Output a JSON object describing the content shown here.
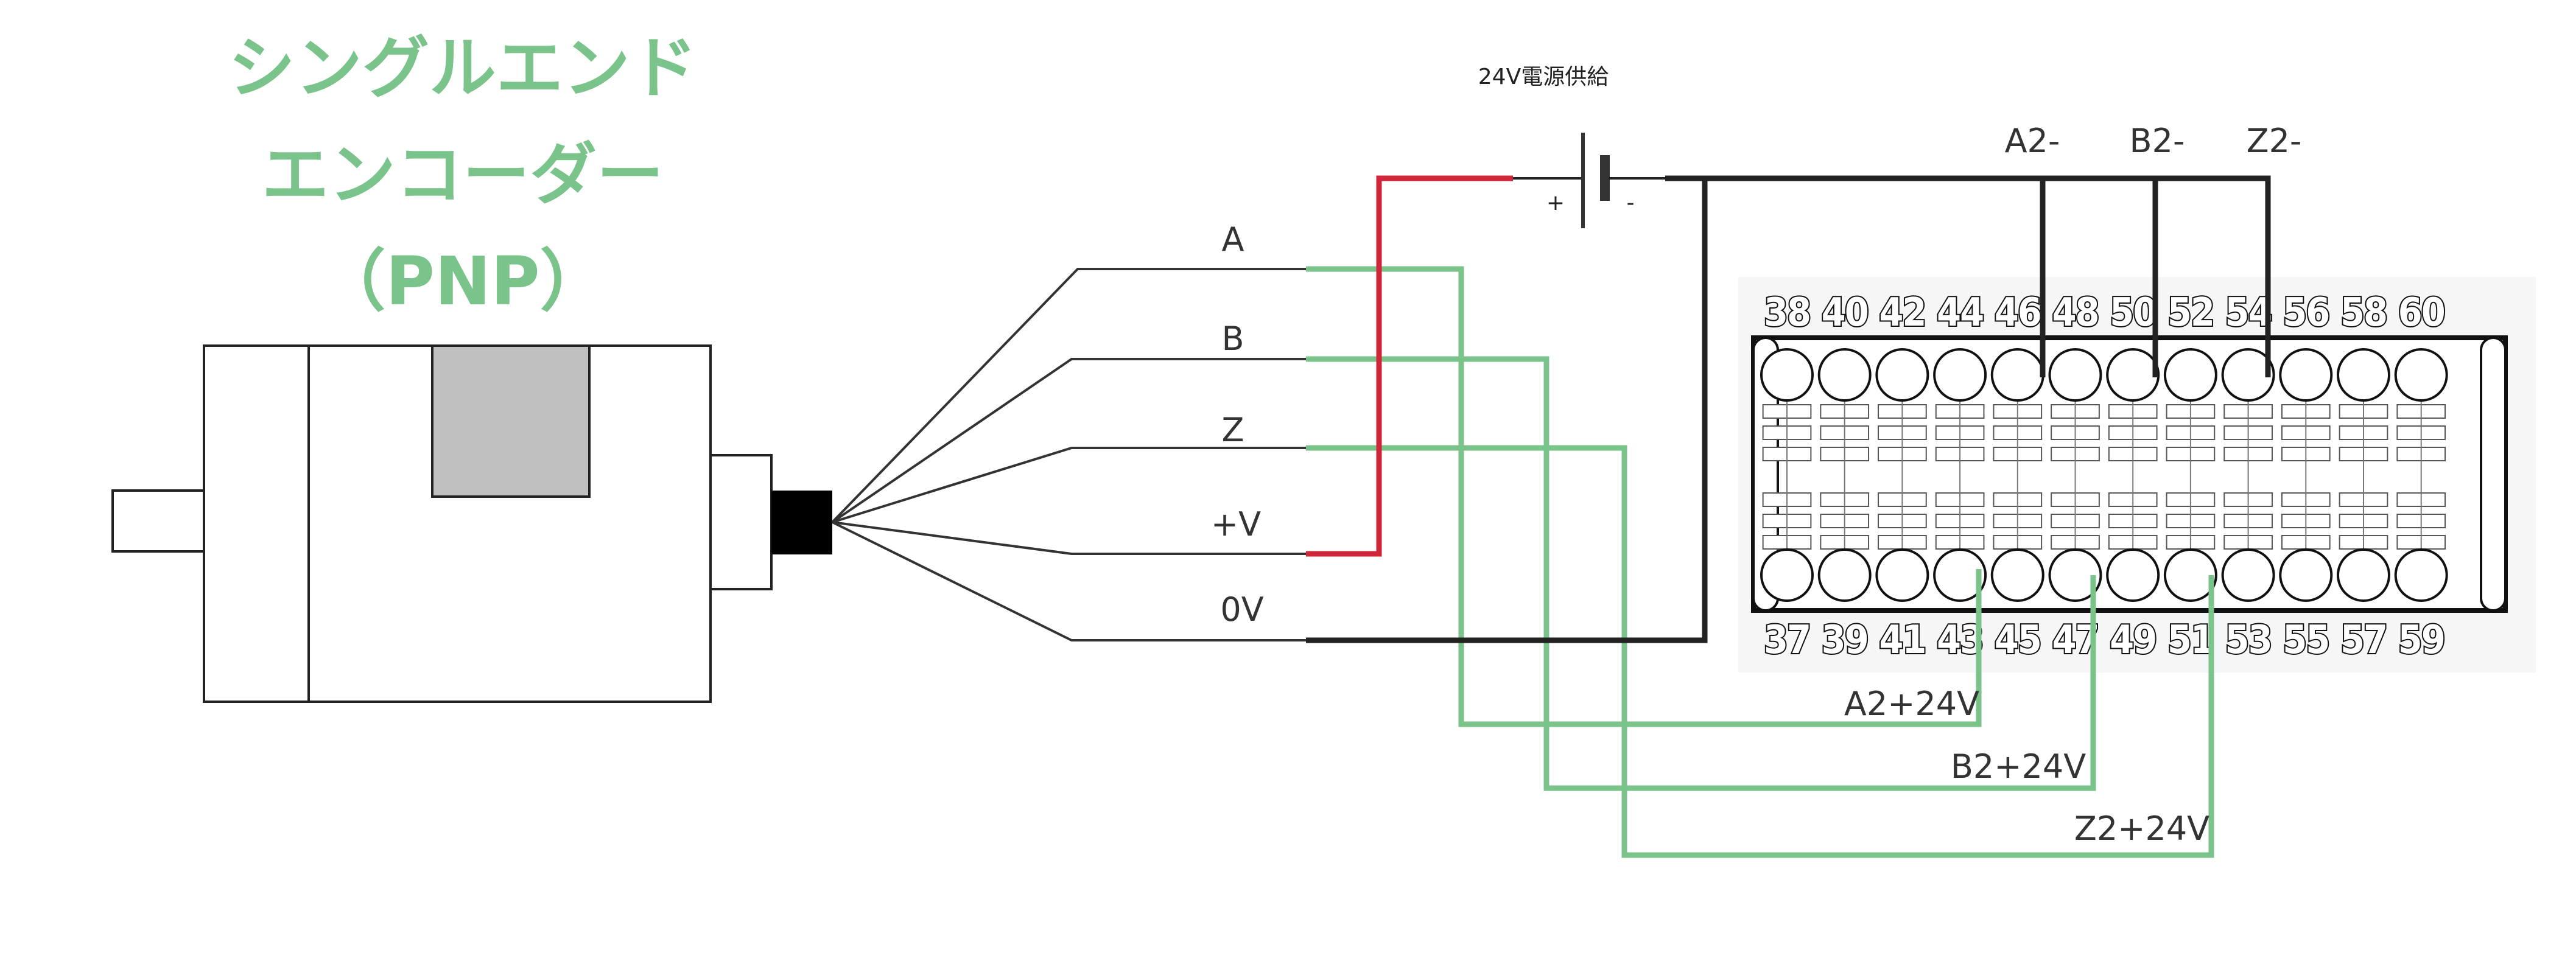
{
  "title": {
    "lines": [
      "シングルエンド",
      "エンコーダー",
      "（PNP）"
    ],
    "color": "#7ac48c"
  },
  "power_supply": {
    "label": "24V電源供給",
    "plus": "+",
    "minus": "-"
  },
  "encoder_signals": [
    "A",
    "B",
    "Z",
    "+V",
    "0V"
  ],
  "terminal_block": {
    "top_numbers": [
      "38",
      "40",
      "42",
      "44",
      "46",
      "48",
      "50",
      "52",
      "54",
      "56",
      "58",
      "60"
    ],
    "bottom_numbers": [
      "37",
      "39",
      "41",
      "43",
      "45",
      "47",
      "49",
      "51",
      "53",
      "55",
      "57",
      "59"
    ]
  },
  "top_terminal_labels": [
    "A2-",
    "B2-",
    "Z2-"
  ],
  "bottom_terminal_labels": [
    "A2+24V",
    "B2+24V",
    "Z2+24V"
  ],
  "wire_colors": {
    "signal": "#7ac48c",
    "ground": "#222222",
    "power_positive": "#d0263a"
  }
}
